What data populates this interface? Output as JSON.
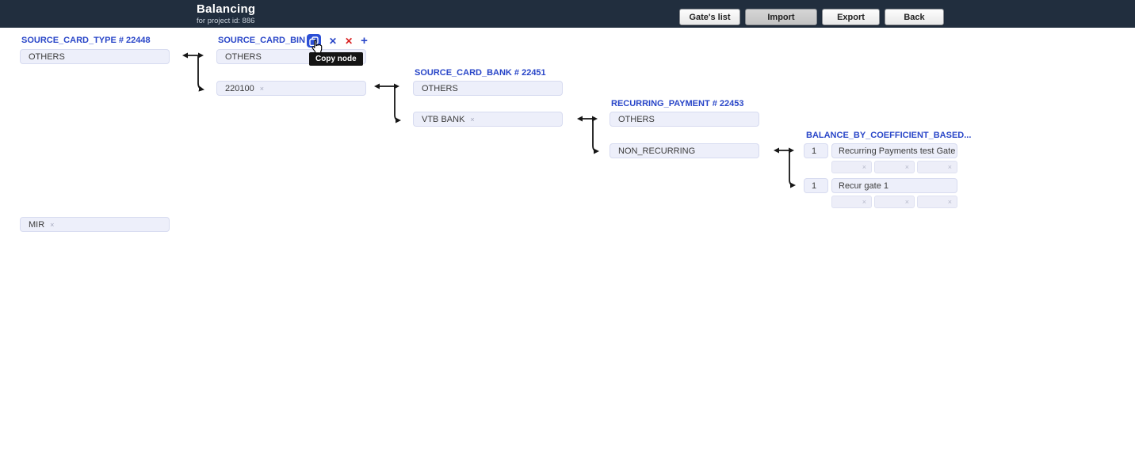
{
  "header": {
    "title": "Balancing",
    "subtitle": "for project id: 886",
    "buttons": {
      "gates_list": "Gate's list",
      "import": "Import",
      "export": "Export",
      "back": "Back"
    }
  },
  "node_toolbar": {
    "copy_tooltip": "Copy node",
    "clear_glyph": "✕",
    "delete_glyph": "✕",
    "add_glyph": "+"
  },
  "nodes": {
    "source_card_type": {
      "title": "SOURCE_CARD_TYPE # 22448",
      "selected": "OTHERS",
      "unassigned": {
        "label": "MIR",
        "remove": "×"
      }
    },
    "source_card_bin": {
      "title": "SOURCE_CARD_BIN ...",
      "default": "OTHERS",
      "selected": {
        "label": "220100",
        "remove": "×"
      }
    },
    "source_card_bank": {
      "title": "SOURCE_CARD_BANK # 22451",
      "default": "OTHERS",
      "selected": {
        "label": "VTB BANK",
        "remove": "×"
      }
    },
    "recurring_payment": {
      "title": "RECURRING_PAYMENT # 22453",
      "default": "OTHERS",
      "selected": {
        "label": "NON_RECURRING"
      }
    },
    "balance": {
      "title": "BALANCE_BY_COEFFICIENT_BASED...",
      "gates": [
        {
          "coefficient": "1",
          "name": "Recurring Payments test Gate",
          "slots": [
            "×",
            "×",
            "×"
          ]
        },
        {
          "coefficient": "1",
          "name": "Recur gate 1",
          "slots": [
            "×",
            "×",
            "×"
          ]
        }
      ]
    }
  },
  "colors": {
    "header_bg": "#212e3e",
    "node_title_blue": "#2946c8",
    "copy_button_blue": "#2b4fd6",
    "delete_red": "#d92121",
    "box_bg": "#edeffa"
  }
}
